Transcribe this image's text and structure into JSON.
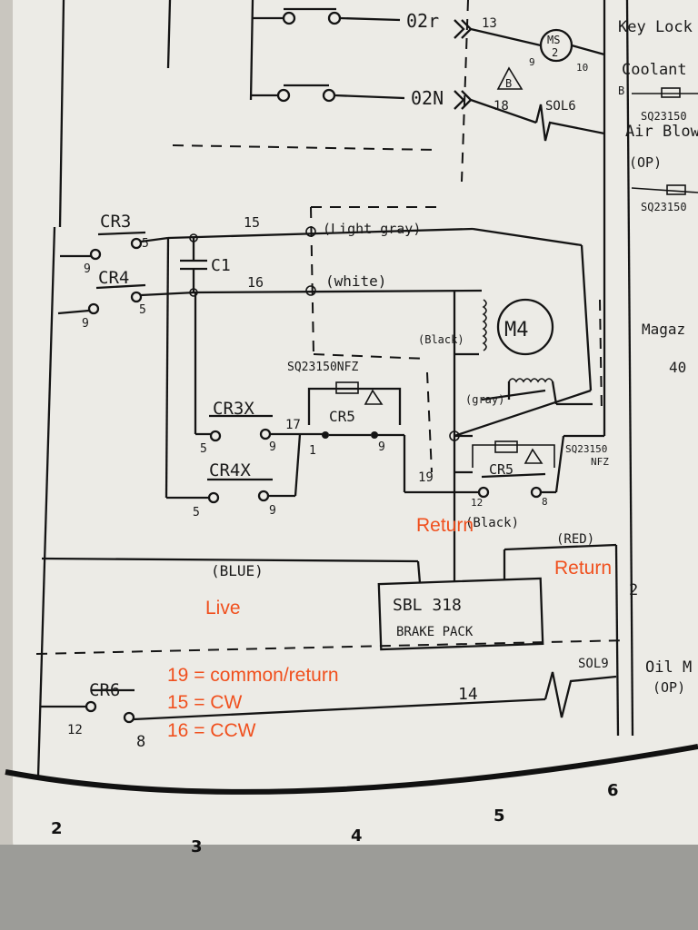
{
  "top": {
    "wire_02r": "02r",
    "wire_02n": "02N",
    "num_13": "13",
    "num_18": "18",
    "ms2_top": "MS",
    "ms2_bottom": "2",
    "ms2_pin_left": "9",
    "ms2_pin_right": "10",
    "triangle_b": "B",
    "sol6": "SOL6"
  },
  "right_labels": {
    "key_lock": "Key Lock",
    "coolant": "Coolant",
    "coolant_b": "B",
    "sq_1": "SQ23150",
    "air_blow": "Air Blow",
    "op_1": "(OP)",
    "sq_2": "SQ23150",
    "magaz": "Magaz",
    "num_40": "40",
    "num_2": "2",
    "oil_m": "Oil M",
    "op_2": "(OP)"
  },
  "relays": {
    "cr3": "CR3",
    "cr3_pin_left": "9",
    "cr3_pin_right": "5",
    "cr4": "CR4",
    "cr4_pin_left": "9",
    "cr4_pin_right": "5",
    "c1": "C1",
    "cr3x": "CR3X",
    "cr3x_pin_left": "5",
    "cr3x_pin_right": "9",
    "cr4x": "CR4X",
    "cr4x_pin_left": "5",
    "cr4x_pin_right": "9",
    "cr5_main": "CR5",
    "cr5_pin_left": "1",
    "cr5_pin_right": "9",
    "sq_cr5": "SQ23150NFZ",
    "cr5_b": "CR5",
    "cr5b_pin_left": "12",
    "cr5b_pin_right": "8",
    "sq_cr5b_1": "SQ23150",
    "sq_cr5b_2": "NFZ",
    "cr6": "CR6",
    "cr6_pin_left": "12",
    "cr6_pin_right": "8"
  },
  "wires": {
    "w15": "15",
    "w15_color": "(Light gray)",
    "w16": "16",
    "w16_color": "(white)",
    "black": "(Black)",
    "gray": "(gray)",
    "w17": "17",
    "w19": "19",
    "black2": "(Black)",
    "red": "(RED)",
    "blue": "(BLUE)",
    "w14": "14",
    "sol9": "SOL9"
  },
  "motor": "M4",
  "brake_pack": {
    "line1": "SBL 318",
    "line2": "BRAKE PACK"
  },
  "annotations": {
    "return_1": "Return",
    "return_2": "Return",
    "live": "Live",
    "legend_1": "19 = common/return",
    "legend_2": "15 = CW",
    "legend_3": "16 = CCW"
  },
  "ruler": [
    "2",
    "3",
    "4",
    "5",
    "6"
  ],
  "colors": {
    "annotation": "#f0501e",
    "ink": "#141414",
    "paper": "#ecebe6"
  }
}
